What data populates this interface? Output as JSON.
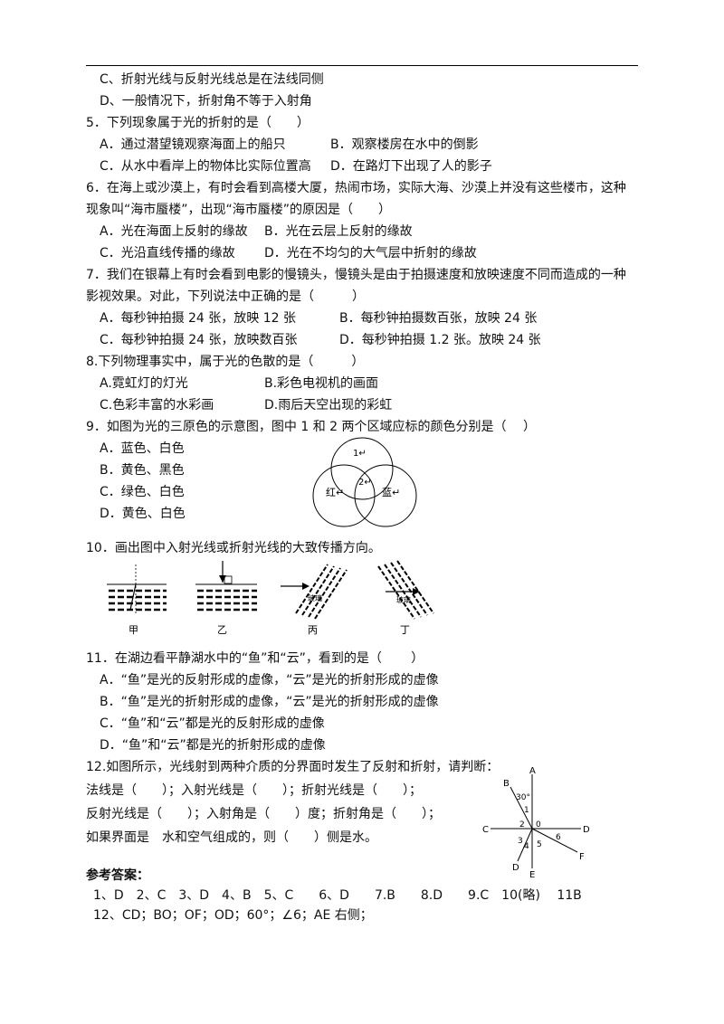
{
  "q4": {
    "optC": "C、折射光线与反射光线总是在法线同侧",
    "optD": "D、一般情况下，折射角不等于入射角"
  },
  "q5": {
    "stem": "5．下列现象属于光的折射的是（　　）",
    "optA": "A．通过潜望镜观察海面上的船只",
    "optB": "B．观察楼房在水中的倒影",
    "optC": "C．从水中看岸上的物体比实际位置高",
    "optD": "D．在路灯下出现了人的影子"
  },
  "q6": {
    "stem1": "6．在海上或沙漠上，有时会看到高楼大厦，热闹市场，实际大海、沙漠上并没有这些楼市，这种",
    "stem2": "现象叫“海市蜃楼”，出现“海市蜃楼”的原因是（　　）",
    "optA": "A．光在海面上反射的缘故",
    "optB": "B．光在云层上反射的缘故",
    "optC": "C．光沿直线传播的缘故",
    "optD": "D．光在不均匀的大气层中折射的缘故"
  },
  "q7": {
    "stem1": "7．我们在银幕上有时会看到电影的慢镜头，慢镜头是由于拍摄速度和放映速度不同而造成的一种",
    "stem2": "影视效果。对此，下列说法中正确的是（　　　）",
    "optA": "A．每秒钟拍摄 24 张，放映 12 张",
    "optB": "B．每秒钟拍摄数百张，放映 24 张",
    "optC": "C．每秒钟拍摄 24 张，放映数百张",
    "optD": "D．每秒钟拍摄 1.2 张。放映 24 张"
  },
  "q8": {
    "stem": "8.下列物理事实中，属于光的色散的是（　　　）",
    "optA": "A.霓虹灯的灯光",
    "optB": "B.彩色电视机的画面",
    "optC": "C.色彩丰富的水彩画",
    "optD": "D.雨后天空出现的彩虹"
  },
  "q9": {
    "stem": "9．如图为光的三原色的示意图，图中 1 和 2 两个区域应标的颜色分别是（　 ）",
    "optA": "A．蓝色、白色",
    "optB": "B．黄色、黑色",
    "optC": "C．绿色、白色",
    "optD": "D．黄色、白色",
    "fig": {
      "l1": "1↵",
      "l2": "2↵",
      "red": "红↵",
      "blue": "蓝↵"
    }
  },
  "q10": {
    "stem": "10．画出图中入射光线或折射光线的大致传播方向。",
    "labels": [
      "甲",
      "乙",
      "丙",
      "丁"
    ],
    "inner_bing": "玻璃",
    "inner_ding": "玻璃"
  },
  "q11": {
    "stem": "11．在湖边看平静湖水中的“鱼”和“云”，看到的是（　　 ）",
    "optA": "A．“鱼”是光的反射形成的虚像，“云”是光的折射形成的虚像",
    "optB": "B．“鱼”是光的折射形成的虚像，“云”是光的折射形成的虚像",
    "optC": "C．“鱼”和“云”都是光的反射形成的虚像",
    "optD": "D．“鱼”和“云”都是光的折射形成的虚像"
  },
  "q12": {
    "stem": "12.如图所示，光线射到两种介质的分界面时发生了反射和折射，请判断：",
    "l1": "法线是（　　）；入射光线是（　　）；折射光线是（　　）；",
    "l2": "反射光线是（　　）；入射角是（　　）度；折射角是（　　）；",
    "l3": "如果界面是　水和空气组成的，则（　　）侧是水。",
    "fig": {
      "A": "A",
      "B": "B",
      "C": "C",
      "D1": "D",
      "D2": "D",
      "E": "E",
      "F": "F",
      "O": "0",
      "deg": "30°",
      "n1": "1",
      "n2": "2",
      "n3": "3",
      "n4": "4",
      "n5": "5",
      "n6": "6"
    }
  },
  "answers": {
    "title": "参考答案：",
    "line1": "1、D　2、C　3、D　4、B　5、C　　6、D　　7.B　　8.D　　9.C　10(略)　 11B",
    "line2": "12、CD；BO；OF；OD；60°；∠6；AE 右侧；"
  }
}
